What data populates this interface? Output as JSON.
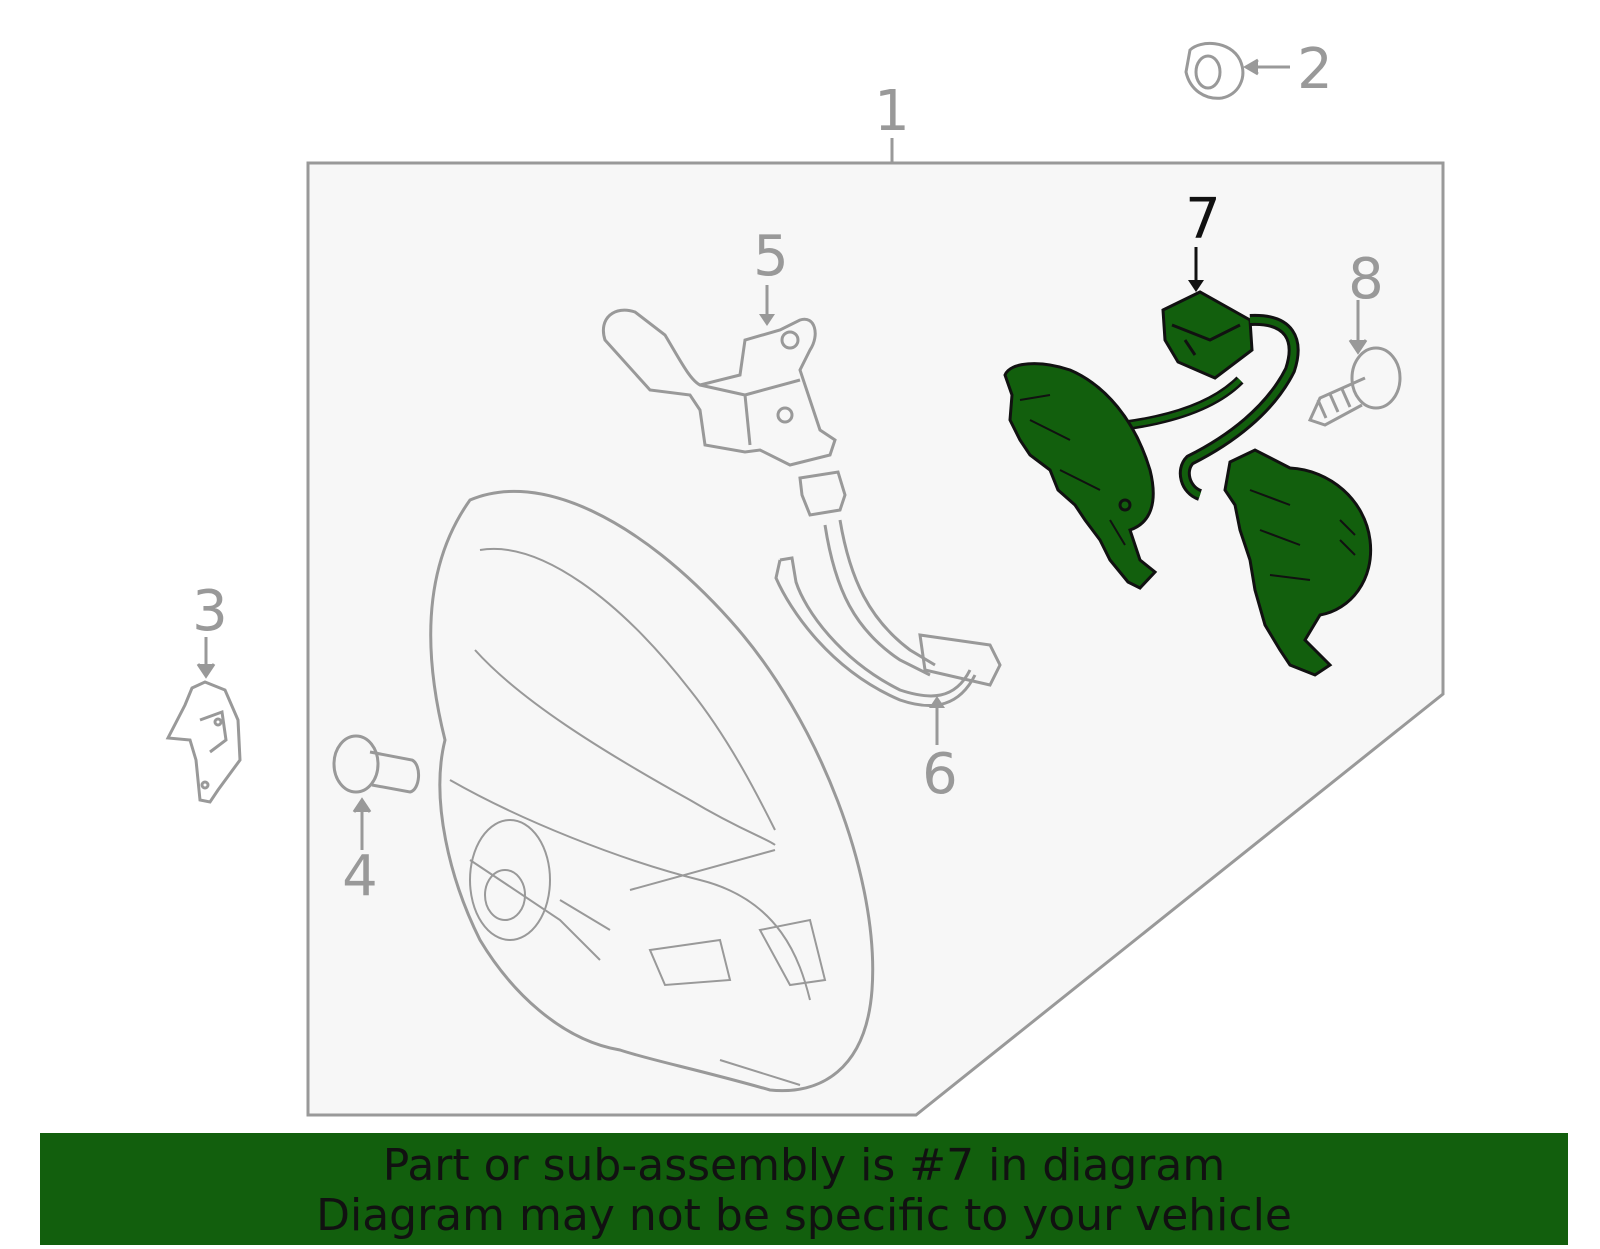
{
  "diagram": {
    "callouts": [
      {
        "id": "1",
        "label": "1"
      },
      {
        "id": "2",
        "label": "2"
      },
      {
        "id": "3",
        "label": "3"
      },
      {
        "id": "4",
        "label": "4"
      },
      {
        "id": "5",
        "label": "5"
      },
      {
        "id": "6",
        "label": "6"
      },
      {
        "id": "7",
        "label": "7"
      },
      {
        "id": "8",
        "label": "8"
      }
    ],
    "highlighted_part": "7"
  },
  "banner": {
    "line1": "Part or sub-assembly is #7 in diagram",
    "line2": "Diagram may not be specific to your vehicle"
  },
  "colors": {
    "highlight_green": "#125f0d",
    "banner_green": "#125f0d",
    "line_gray": "#999999",
    "panel_fill": "#f7f7f7"
  }
}
